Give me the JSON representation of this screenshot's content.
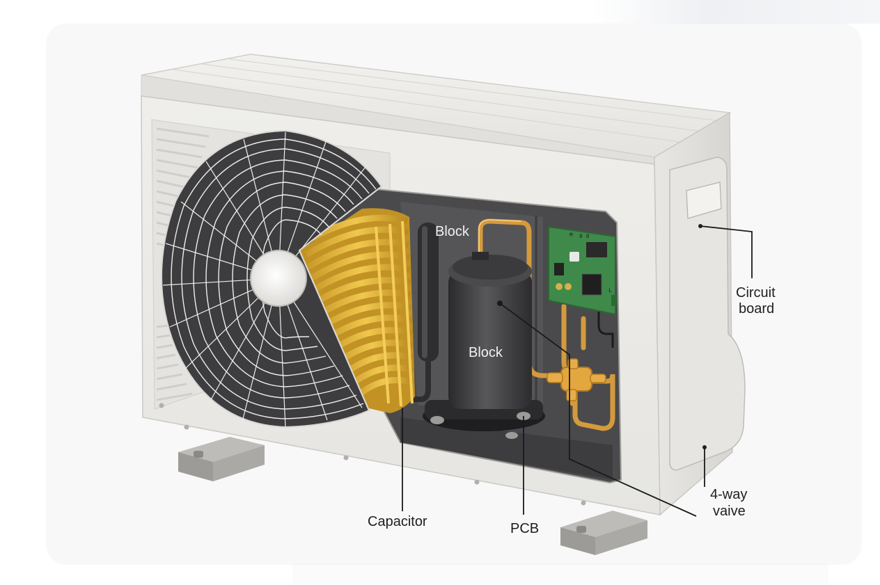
{
  "labels": {
    "block_top": "Block",
    "block_compressor": "Block",
    "circuit_board_line1": "Circuit",
    "circuit_board_line2": "board",
    "capacitor": "Capacitor",
    "pcb": "PCB",
    "valve_line1": "4-way",
    "valve_line2": "vaive"
  },
  "colors": {
    "card_background": "#f8f8f8",
    "casing": "#e9e8e3",
    "interior": "#4a4a4c",
    "coil": "#e0b33a",
    "pipe": "#d49a3c",
    "board": "#3f8a4a"
  }
}
